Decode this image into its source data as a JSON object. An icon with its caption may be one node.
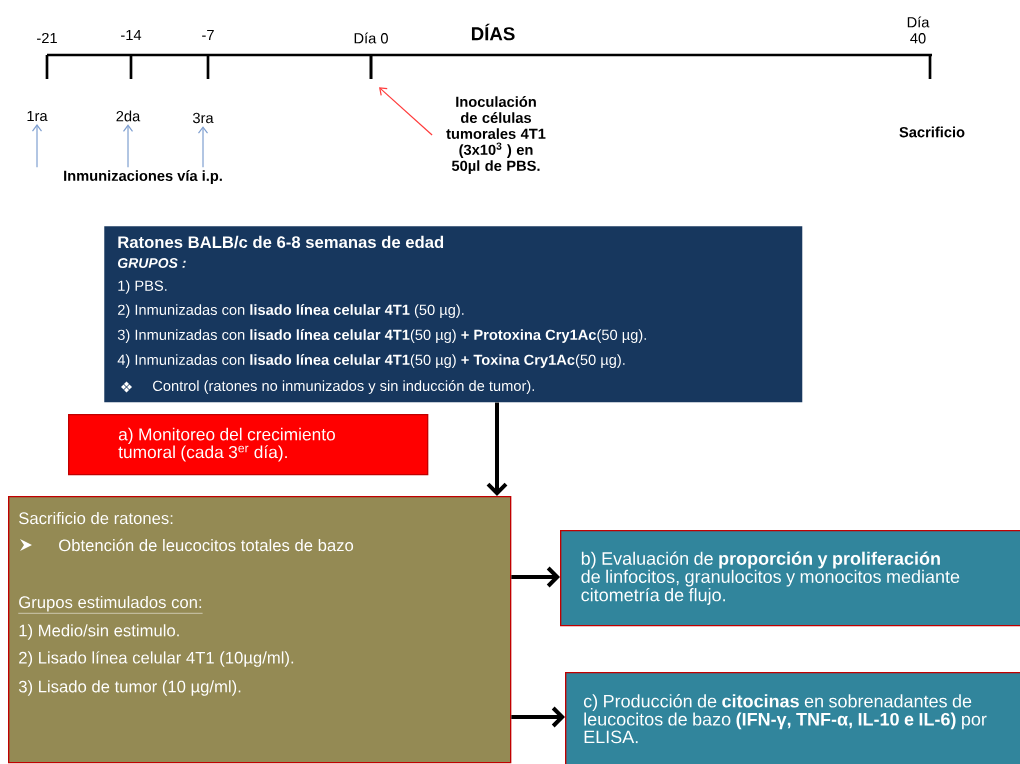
{
  "diagram": {
    "nodes": [
      {
        "text": [
          "1ra"
        ]
      },
      {
        "text": [
          "2da"
        ]
      },
      {
        "text": [
          "3ra"
        ]
      },
      {
        "text": [
          "Inmunizaciones vía i.p."
        ]
      },
      {
        "text": [
          "Inoculación de células tumorales 4T1 (3x10$^{3}$ ) en 50µl de PBS."
        ]
      },
      {
        "text": [],
        "shape": "line"
      },
      {
        "text": [
          "Ratones BALB/c de 6-8 semanas de edad",
          "GRUPOS :",
          "1) PBS.",
          "2) Inmunizadas con **lisado línea celular 4T1** (50 µg).",
          "3) Inmunizadas con **lisado línea celular 4T1**(50 µg) **+ Protoxina Cry1Ac**(50 µg).",
          "4) Inmunizadas con **lisado línea celular 4T1**(50 µg) **+ Toxina Cry1Ac**(50 µg).",
          "Control (ratones no inmunizados y sin inducción de tumor)."
        ]
      },
      {
        "text": [
          "a) Monitoreo del crecimiento tumoral (cada 3$^{er}$ día)."
        ]
      },
      {
        "text": [
          "Sacrificio de ratones:",
          "Obtención de leucocitos totales de bazo",
          "Grupos estimulados con:",
          "1) Medio/sin estimulo.",
          "2) Lisado línea celular 4T1 (10µg/ml).",
          "3) Lisado de tumor (10 µg/ml)."
        ]
      },
      {
        "text": [
          "b) Evaluación de **proporción y proliferación** de linfocitos, granulocitos y monocitos mediante citometría de flujo."
        ]
      },
      {
        "text": [
          "c) Producción de **citocinas** en sobrenadantes de leucocitos de bazo **(IFN-γ, TNF-α, IL-10 e IL-6)** por ELISA."
        ]
      }
    ],
    "edges": [
      {
        "from": 3,
        "to": 0,
        "arrow": "to",
        "color": "#7f9fd0"
      },
      {
        "from": 3,
        "to": 1,
        "arrow": "to",
        "color": "#7f9fd0"
      },
      {
        "from": 3,
        "to": 2,
        "arrow": "to",
        "color": "#7f9fd0"
      },
      {
        "from": 4,
        "to": 5,
        "arrow": "to",
        "color": "#ff3b3b"
      },
      {
        "from": 6,
        "to": 8,
        "arrow": "to",
        "style": "thick",
        "color": "#000000"
      },
      {
        "from": 8,
        "to": 9,
        "arrow": "to",
        "style": "thick",
        "color": "#000000"
      },
      {
        "from": 8,
        "to": 10,
        "arrow": "to",
        "style": "thick",
        "color": "#000000"
      }
    ],
    "labels": [
      "-21",
      "-14",
      "-7",
      "Día 0",
      "DÍAS",
      "Día 40",
      "Sacrificio"
    ]
  }
}
